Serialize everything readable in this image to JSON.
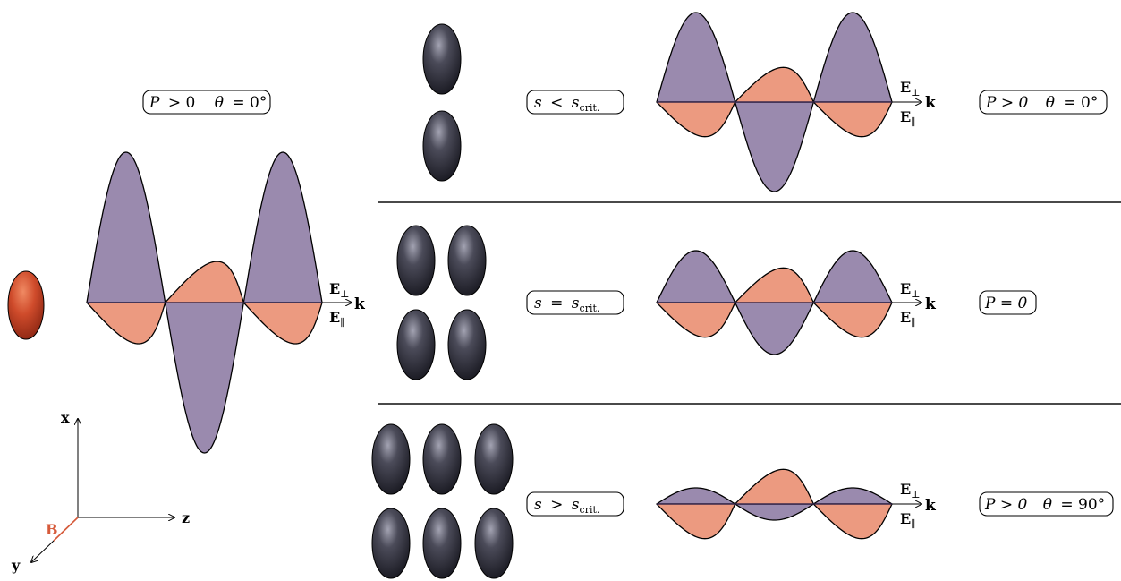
{
  "colors": {
    "violet": "#9a8aae",
    "orange": "#ec9a80",
    "dark_ellipsoid": "#2d2d38",
    "red_ellipsoid": "#c9482a",
    "separator": "#4a4a4a",
    "b_vector": "#d65a3a"
  },
  "left": {
    "label_P": "P",
    "label_rel": "> 0",
    "label_theta": "θ",
    "label_value": "= 0°",
    "e_perp": "E",
    "e_perp_sub": "⊥",
    "e_par": "E",
    "e_par_sub": "∥",
    "k": "k"
  },
  "axes": {
    "x": "x",
    "y": "y",
    "z": "z",
    "b": "B"
  },
  "rows": [
    {
      "condition_s": "s",
      "condition_rel": "<",
      "condition_crit": "s",
      "condition_crit_sub": "crit.",
      "result_text_main": "P > 0",
      "result_theta": "θ",
      "result_value": "= 0°",
      "e_perp": "E",
      "e_perp_sub": "⊥",
      "e_par": "E",
      "e_par_sub": "∥",
      "k": "k",
      "ellipsoid_count": 2,
      "violet_amplitude": 1.0,
      "orange_amplitude": 0.45
    },
    {
      "condition_s": "s",
      "condition_rel": "=",
      "condition_crit": "s",
      "condition_crit_sub": "crit.",
      "result_text_main": "P = 0",
      "result_theta": "",
      "result_value": "",
      "e_perp": "E",
      "e_perp_sub": "⊥",
      "e_par": "E",
      "e_par_sub": "∥",
      "k": "k",
      "ellipsoid_count": 4,
      "violet_amplitude": 0.58,
      "orange_amplitude": 0.45
    },
    {
      "condition_s": "s",
      "condition_rel": ">",
      "condition_crit": "s",
      "condition_crit_sub": "crit.",
      "result_text_main": "P > 0",
      "result_theta": "θ",
      "result_value": "= 90°",
      "e_perp": "E",
      "e_perp_sub": "⊥",
      "e_par": "E",
      "e_par_sub": "∥",
      "k": "k",
      "ellipsoid_count": 6,
      "violet_amplitude": 0.18,
      "orange_amplitude": 0.45
    }
  ]
}
